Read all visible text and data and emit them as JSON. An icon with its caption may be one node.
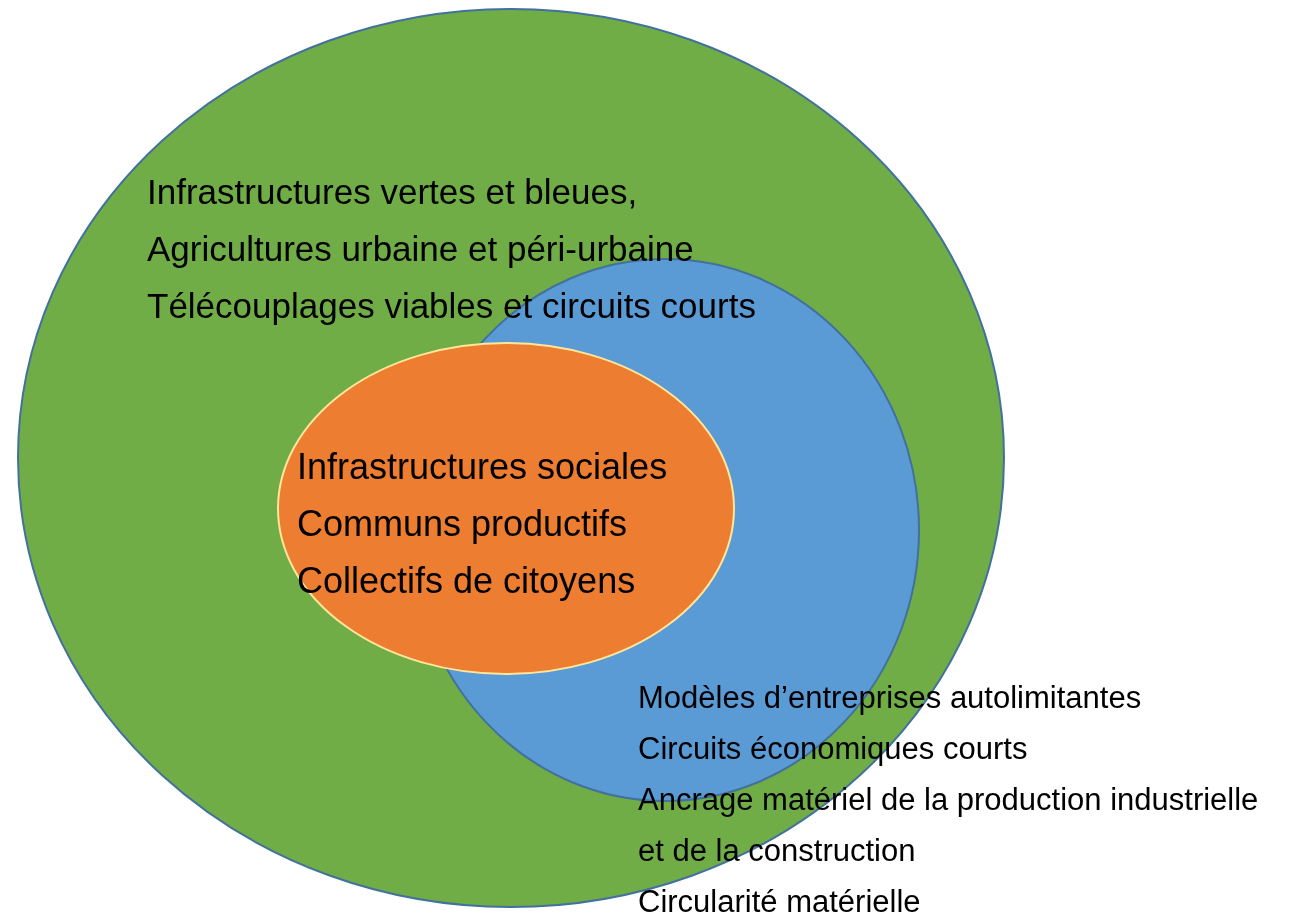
{
  "diagram": {
    "nodes": [
      {
        "text": [
          "Infrastructures vertes et bleues,",
          "Agricultures urbaine et péri-urbaine",
          "Télécouplages viables et circuits courts"
        ]
      },
      {
        "text": [
          "Modèles d’entreprises autolimitantes",
          "Circuits économiques courts",
          "Ancrage matériel de la production industrielle et de la construction",
          "Circularité matérielle"
        ],
        "in": 0
      },
      {
        "text": [
          "Infrastructures sociales",
          "Communs productifs",
          "Collectifs de citoyens"
        ],
        "in": 0
      }
    ]
  }
}
